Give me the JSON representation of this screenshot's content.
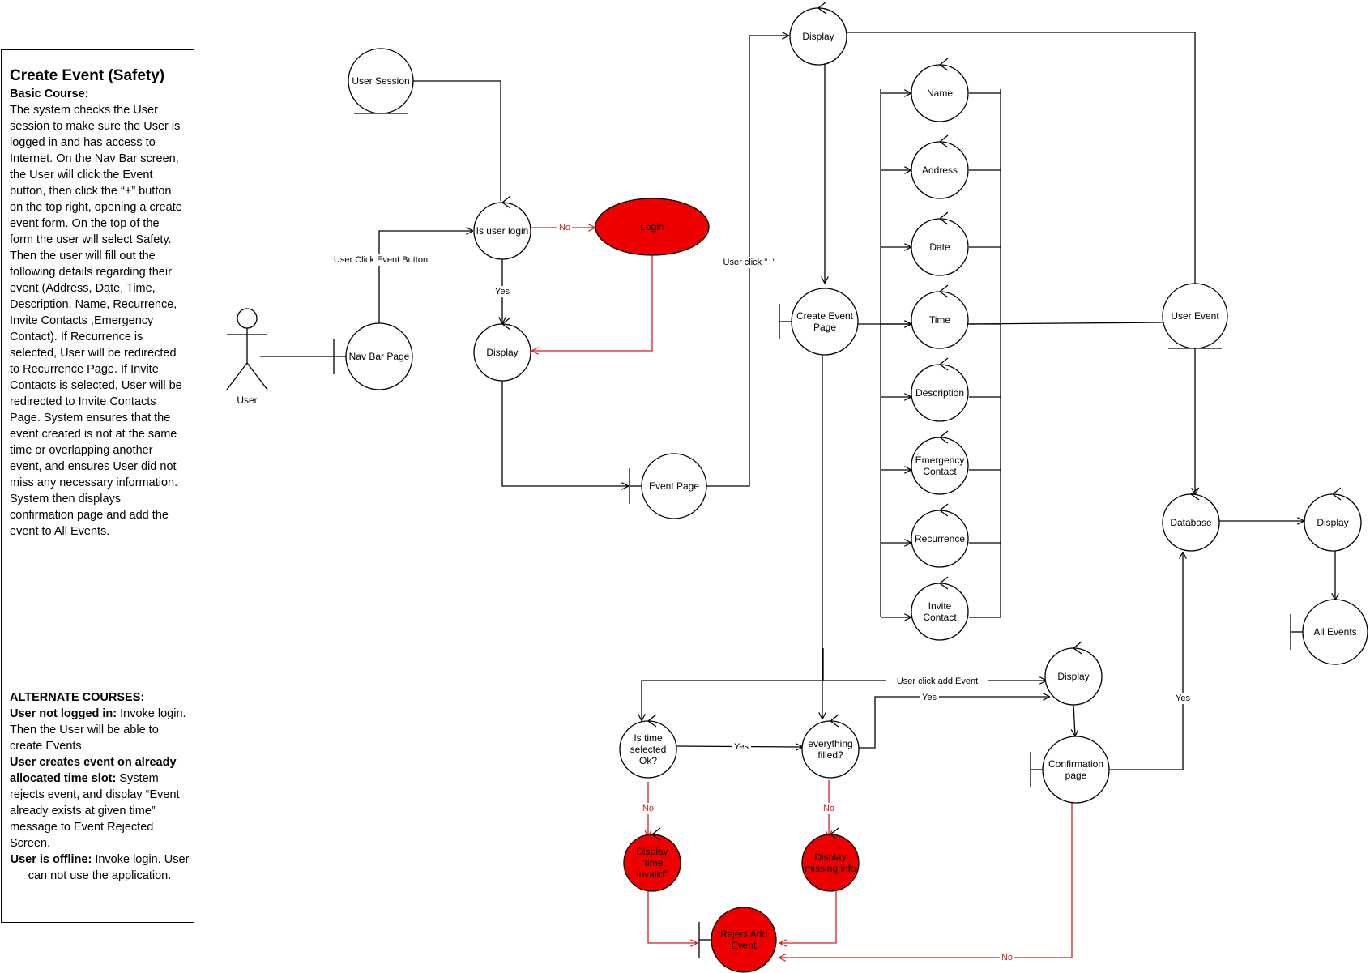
{
  "description": {
    "title": "Create Event (Safety)",
    "basic_heading": "Basic Course:",
    "basic_text": "The system checks the User session to make sure the User is logged in and has access to Internet. On the Nav Bar screen, the User will click the Event button, then click the “+” button on the top right, opening a create event form. On the top of the form the user will select Safety. Then the user will fill out the following details regarding their event (Address, Date, Time, Description, Name, Recurrence, Invite Contacts ,Emergency Contact). If Recurrence is selected, User will be redirected to Recurrence Page. If Invite Contacts is selected, User will be redirected to Invite Contacts Page. System ensures that the event created is not at the same time or overlapping  another event, and ensures User did not miss any necessary information. System then displays confirmation page and add the event to All Events.",
    "alt_heading": "ALTERNATE COURSES:",
    "alt1_bold": "User not logged in:",
    "alt1_text": " Invoke login. Then the User will be able to create Events.",
    "alt2_bold": "User creates event on already allocated time slot:",
    "alt2_text": " System rejects event, and display “Event already exists at given time” message to Event Rejected Screen.",
    "alt3_bold": "User is offline:",
    "alt3_text": " Invoke login. User can not use the application."
  },
  "colors": {
    "highlight": "#ee0000",
    "stroke": "#000000",
    "error_line": "#cc2222"
  },
  "nodes": {
    "user": "User",
    "user_session": "User Session",
    "is_user_login": "Is user login",
    "login": "Login",
    "nav_bar_page": "Nav Bar Page",
    "display_1": "Display",
    "event_page": "Event Page",
    "display_2": "Display",
    "create_event_page": [
      "Create Event",
      "Page"
    ],
    "name": "Name",
    "address": "Address",
    "date": "Date",
    "time": "Time",
    "description": "Description",
    "emergency_contact": [
      "Emergency",
      "Contact"
    ],
    "recurrence": "Recurrence",
    "invite_contact": [
      "Invite",
      "Contact"
    ],
    "user_event": "User Event",
    "database": "Database",
    "display_3": "Display",
    "all_events": "All Events",
    "display_4": "Display",
    "confirmation_page": [
      "Confirmation",
      "page"
    ],
    "is_time_selected": [
      "Is time",
      "selected",
      "Ok?"
    ],
    "everything_filled": [
      "everything",
      "filled?"
    ],
    "display_time_invalid": [
      "Display",
      "\"time",
      "invalid\""
    ],
    "display_missing_info": [
      "Display",
      "missing info"
    ],
    "reject_add_event": [
      "Reject Add",
      "Event"
    ]
  },
  "edge_labels": {
    "no_login": "No",
    "yes_login": "Yes",
    "user_click_event_button": "User Click Event Button",
    "user_click_plus": "User click \"+\"",
    "user_click_add_event": "User click add Event",
    "yes_time": "Yes",
    "yes_filled": "Yes",
    "no_time": "No",
    "no_filled": "No",
    "yes_confirm": "Yes",
    "no_confirm": "No"
  }
}
